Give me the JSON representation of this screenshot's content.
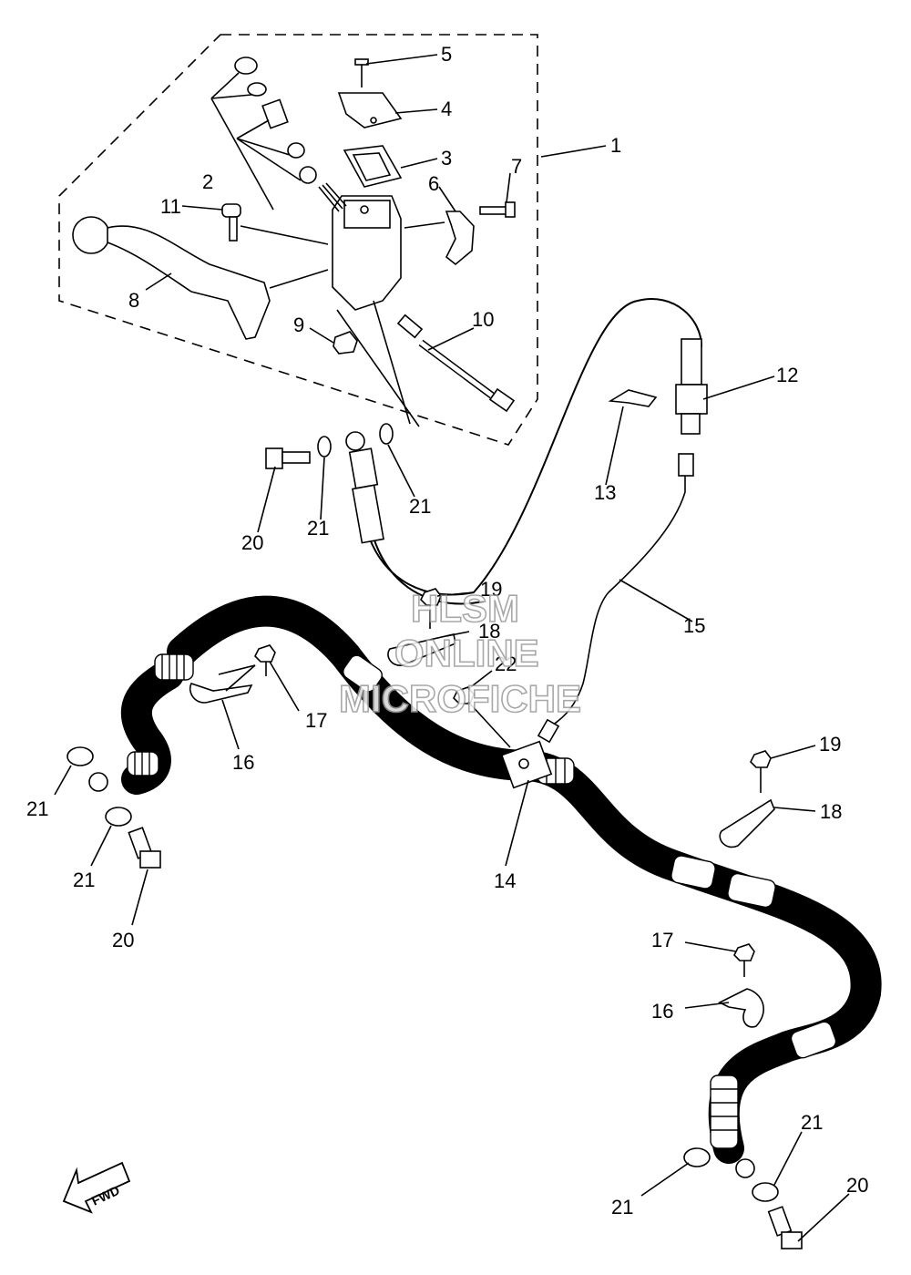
{
  "labels": {
    "l1": "1",
    "l2": "2",
    "l3": "3",
    "l4": "4",
    "l5": "5",
    "l6": "6",
    "l7": "7",
    "l8": "8",
    "l9": "9",
    "l10": "10",
    "l11": "11",
    "l12": "12",
    "l13": "13",
    "l14": "14",
    "l15": "15",
    "l16a": "16",
    "l16b": "16",
    "l17a": "17",
    "l17b": "17",
    "l18a": "18",
    "l18b": "18",
    "l19a": "19",
    "l19b": "19",
    "l20a": "20",
    "l20b": "20",
    "l20c": "20",
    "l21a": "21",
    "l21b": "21",
    "l21c": "21",
    "l21d": "21",
    "l21e": "21",
    "l21f": "21",
    "l22": "22"
  },
  "watermark": {
    "line1": "HLSM",
    "line2": "ONLINE",
    "line3": "MICROFICHE"
  },
  "fwd_arrow": {
    "text": "FWD"
  }
}
